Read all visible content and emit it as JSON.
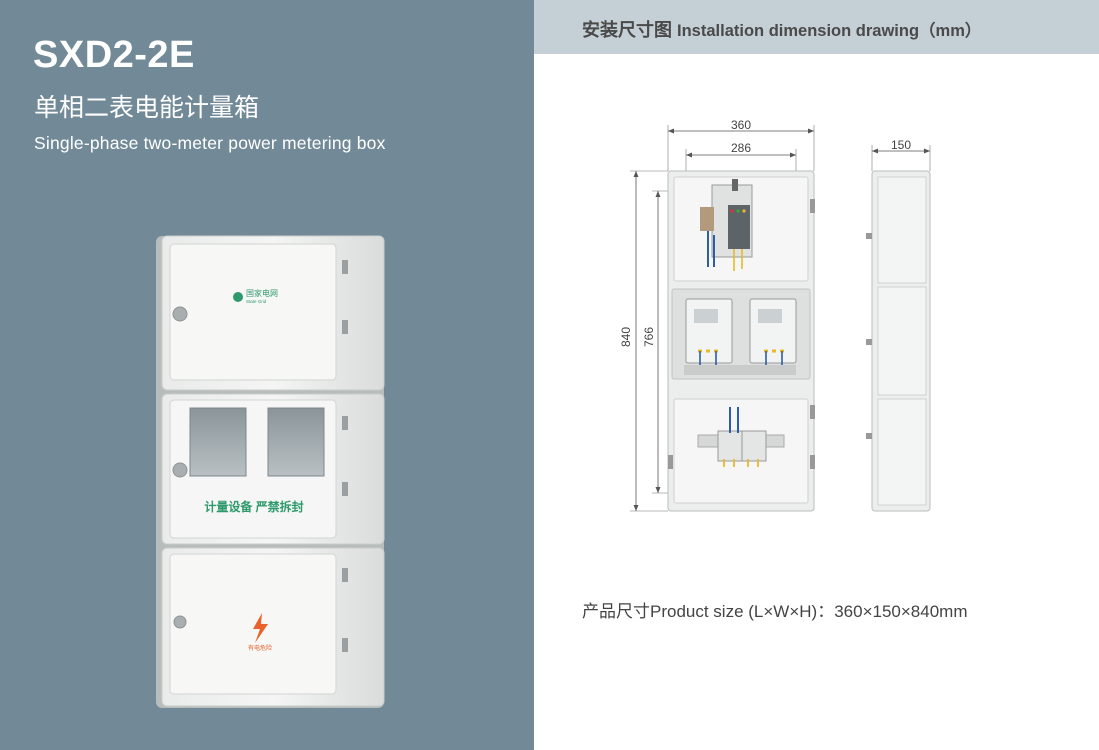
{
  "product": {
    "model": "SXD2-2E",
    "name_cn": "单相二表电能计量箱",
    "name_en": "Single-phase two-meter power metering box",
    "logo_text": "国家电网",
    "logo_sub": "State Grid",
    "warning_text": "计量设备 严禁拆封",
    "danger_text": "有电危险"
  },
  "drawing": {
    "title_cn": "安装尺寸图",
    "title_en": "Installation dimension drawing（mm）",
    "width_outer": "360",
    "width_inner": "286",
    "depth": "150",
    "height_outer": "840",
    "height_inner": "766",
    "product_size": "产品尺寸Product size (L×W×H)：360×150×840mm"
  },
  "colors": {
    "left_bg": "#728a98",
    "header_bg": "#c5cfd6",
    "green_logo": "#2e9a6b",
    "warning_orange": "#e8622a"
  }
}
